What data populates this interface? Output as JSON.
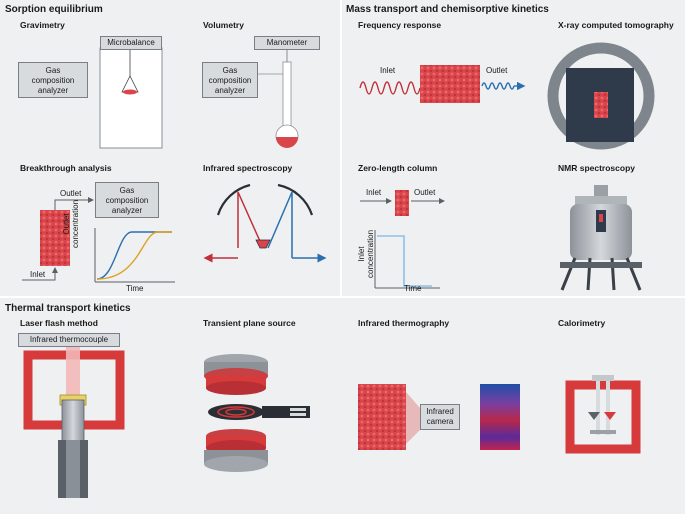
{
  "sections": {
    "sorption": "Sorption equilibrium",
    "mass": "Mass transport and chemisorptive kinetics",
    "thermal": "Thermal transport kinetics"
  },
  "panels": {
    "gravimetry": "Gravimetry",
    "volumetry": "Volumetry",
    "breakthrough": "Breakthrough analysis",
    "infrared_spec": "Infrared spectroscopy",
    "frequency": "Frequency response",
    "xray": "X-ray computed tomography",
    "zlc": "Zero-length column",
    "nmr": "NMR spectroscopy",
    "laser": "Laser flash method",
    "transient": "Transient plane source",
    "ir_thermo": "Infrared thermography",
    "calorimetry": "Calorimetry"
  },
  "labels": {
    "microbalance": "Microbalance",
    "gas_analyzer_1": "Gas",
    "gas_analyzer_2": "composition",
    "gas_analyzer_3": "analyzer",
    "manometer": "Manometer",
    "outlet": "Outlet",
    "inlet": "Inlet",
    "outlet_concentration_1": "Outlet",
    "outlet_concentration_2": "concentration",
    "time": "Time",
    "inlet_concentration_1": "Inlet",
    "inlet_concentration_2": "concentration",
    "infrared_thermocouple": "Infrared thermocouple",
    "infrared_camera_1": "Infrared",
    "infrared_camera_2": "camera"
  },
  "colors": {
    "panel_bg": "#eef0f1",
    "sample_red": "#d9454a",
    "frame_red": "#d63a3a",
    "blue": "#2a6fb0",
    "grey_box": "#d8dbde",
    "dark": "#2a2f36"
  }
}
